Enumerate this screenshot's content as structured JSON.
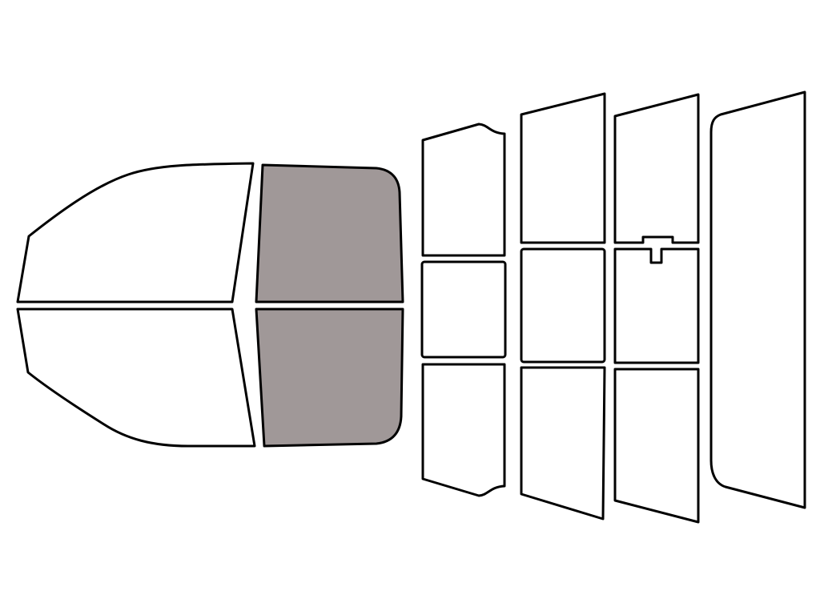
{
  "diagram": {
    "background_color": "#ffffff",
    "outline_color": "#000000",
    "untinted_fill": "#ffffff",
    "tinted_fill": "#a09898",
    "panes": [
      {
        "id": "front-door-upper",
        "tinted": false
      },
      {
        "id": "front-door-lower",
        "tinted": false
      },
      {
        "id": "rear-door-upper",
        "tinted": true
      },
      {
        "id": "rear-door-lower",
        "tinted": true
      },
      {
        "id": "back-window-left-top",
        "tinted": false
      },
      {
        "id": "back-window-left-middle",
        "tinted": false
      },
      {
        "id": "back-window-left-bottom",
        "tinted": false
      },
      {
        "id": "back-window-center-top",
        "tinted": false
      },
      {
        "id": "back-window-center-middle",
        "tinted": false
      },
      {
        "id": "back-window-center-bottom",
        "tinted": false
      },
      {
        "id": "back-window-right-top",
        "tinted": false
      },
      {
        "id": "back-window-right-middle",
        "tinted": false
      },
      {
        "id": "back-window-right-bottom",
        "tinted": false
      },
      {
        "id": "windshield",
        "tinted": false
      }
    ]
  }
}
